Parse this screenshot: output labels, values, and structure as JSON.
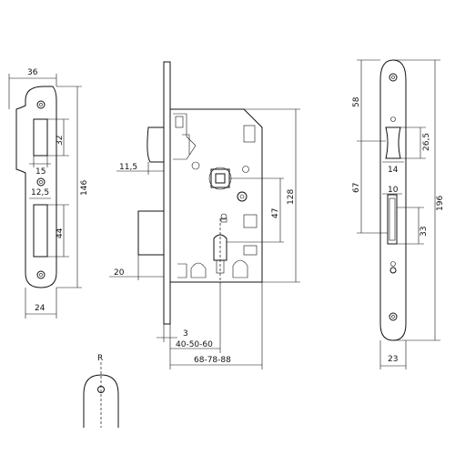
{
  "dimensions": {
    "front_width": "36",
    "top_slot_height": "32",
    "top_slot_width": "15",
    "middle_hole_offset": "12,5",
    "lower_slot_height": "44",
    "faceplate_height": "146",
    "faceplate_width": "24",
    "latch_projection": "11,5",
    "bolt_projection": "20",
    "body_height": "128",
    "follower_to_cylinder": "47",
    "faceplate_thickness": "3",
    "backset": "40-50-60",
    "body_depth": "68-78-88",
    "strike_upper": "58",
    "strike_middle": "67",
    "strike_total": "196",
    "strike_latch_hole_height": "26,5",
    "strike_latch_hole_width": "14",
    "strike_bolt_hole_width": "10",
    "strike_bolt_hole_height": "33",
    "strike_width": "23",
    "radius_label": "R"
  }
}
